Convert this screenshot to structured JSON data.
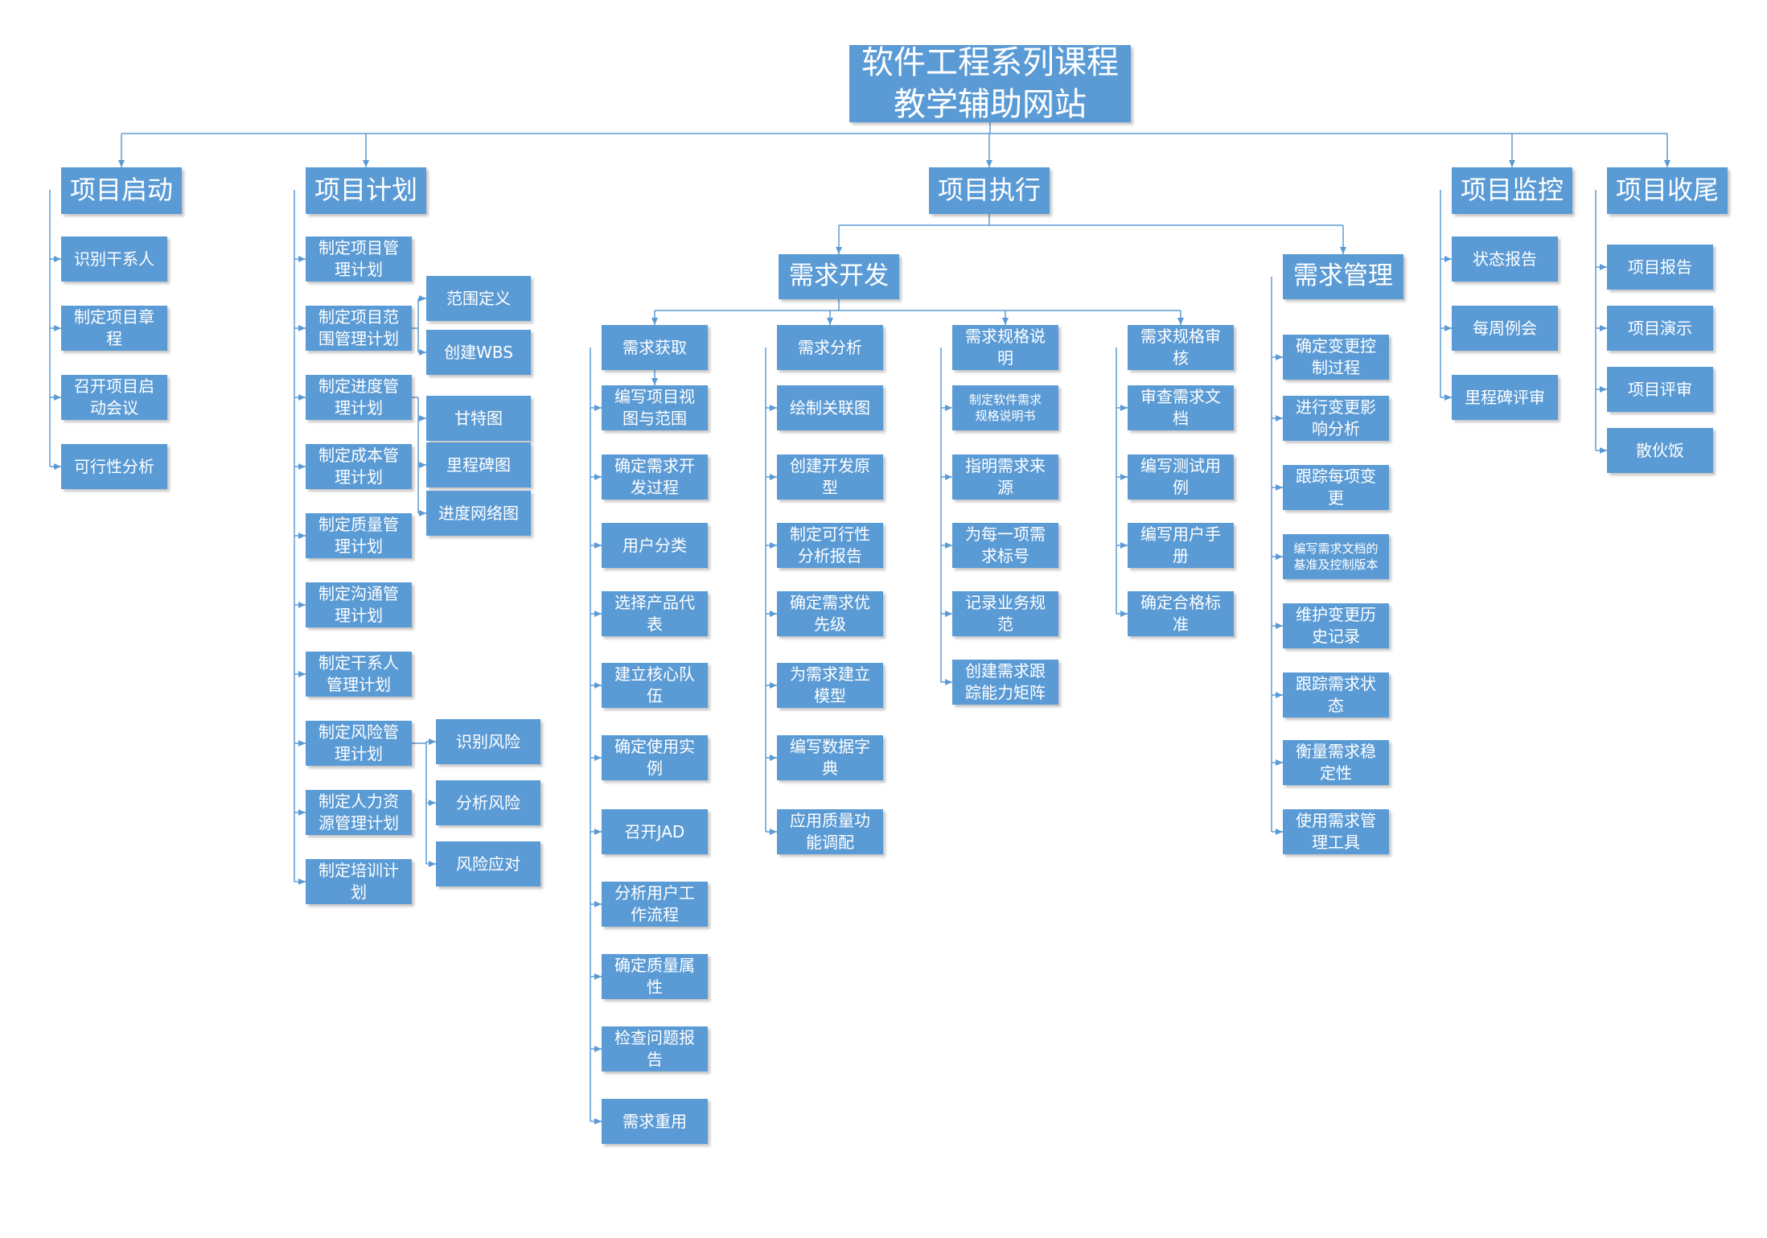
{
  "colors": {
    "box_fill": "#5b9bd5",
    "connector": "#5b9bd5",
    "text": "#ffffff"
  },
  "root": {
    "title": "软件工程系列课程\n教学辅助网站"
  },
  "phases": [
    {
      "label": "项目启动",
      "children": [
        "识别干系人",
        "制定项目章\n程",
        "召开项目启\n动会议",
        "可行性分析"
      ]
    },
    {
      "label": "项目计划",
      "children": [
        {
          "label": "制定项目管\n理计划"
        },
        {
          "label": "制定项目范\n围管理计划",
          "children": [
            "范围定义",
            "创建WBS"
          ]
        },
        {
          "label": "制定进度管\n理计划",
          "children": [
            "甘特图",
            "里程碑图",
            "进度网络图"
          ]
        },
        {
          "label": "制定成本管\n理计划"
        },
        {
          "label": "制定质量管\n理计划"
        },
        {
          "label": "制定沟通管\n理计划"
        },
        {
          "label": "制定干系人\n管理计划"
        },
        {
          "label": "制定风险管\n理计划",
          "children": [
            "识别风险",
            "分析风险",
            "风险应对"
          ]
        },
        {
          "label": "制定人力资\n源管理计划"
        },
        {
          "label": "制定培训计\n划"
        }
      ]
    },
    {
      "label": "项目执行",
      "children": [
        {
          "label": "需求开发",
          "children": [
            {
              "label": "需求获取",
              "children": [
                "编写项目视\n图与范围",
                "确定需求开\n发过程",
                "用户分类",
                "选择产品代\n表",
                "建立核心队\n伍",
                "确定使用实\n例",
                "召开JAD",
                "分析用户工\n作流程",
                "确定质量属\n性",
                "检查问题报\n告",
                "需求重用"
              ]
            },
            {
              "label": "需求分析",
              "children": [
                "绘制关联图",
                "创建开发原\n型",
                "制定可行性\n分析报告",
                "确定需求优\n先级",
                "为需求建立\n模型",
                "编写数据字\n典",
                "应用质量功\n能调配"
              ]
            },
            {
              "label": "需求规格说\n明",
              "children": [
                "制定软件需求\n规格说明书",
                "指明需求来\n源",
                "为每一项需\n求标号",
                "记录业务规\n范",
                "创建需求跟\n踪能力矩阵"
              ]
            },
            {
              "label": "需求规格审\n核",
              "children": [
                "审查需求文\n档",
                "编写测试用\n例",
                "编写用户手\n册",
                "确定合格标\n准"
              ]
            }
          ]
        },
        {
          "label": "需求管理",
          "children": [
            "确定变更控\n制过程",
            "进行变更影\n响分析",
            "跟踪每项变\n更",
            "编写需求文档的\n基准及控制版本",
            "维护变更历\n史记录",
            "跟踪需求状\n态",
            "衡量需求稳\n定性",
            "使用需求管\n理工具"
          ]
        }
      ]
    },
    {
      "label": "项目监控",
      "children": [
        "状态报告",
        "每周例会",
        "里程碑评审"
      ]
    },
    {
      "label": "项目收尾",
      "children": [
        "项目报告",
        "项目演示",
        "项目评审",
        "散伙饭"
      ]
    }
  ]
}
